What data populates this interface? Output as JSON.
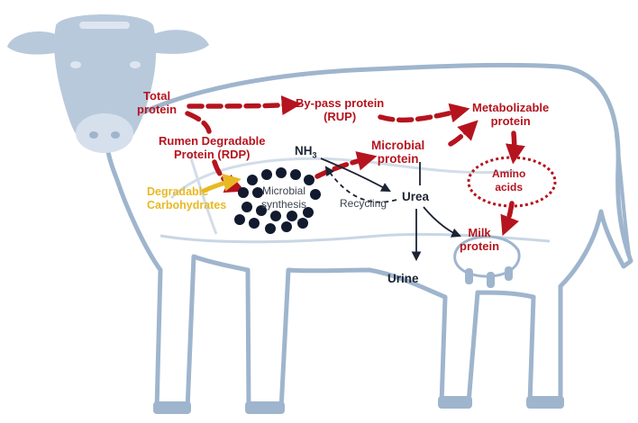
{
  "labels": {
    "total_protein": [
      "Total",
      "protein"
    ],
    "bypass_protein": [
      "By-pass protein",
      "(RUP)"
    ],
    "metabolizable_protein": [
      "Metabolizable",
      "protein"
    ],
    "rdp": [
      "Rumen Degradable",
      "Protein (RDP)"
    ],
    "nh3_base": "NH",
    "nh3_sub": "3",
    "microbial_protein": [
      "Microbial",
      "protein"
    ],
    "amino_acids": [
      "Amino",
      "acids"
    ],
    "microbial_synthesis": [
      "Microbial",
      "synthesis"
    ],
    "degradable_carbohydrates": [
      "Degradable",
      "Carbohydrates"
    ],
    "urea": "Urea",
    "recycling": "Recycling",
    "milk_protein": [
      "Milk",
      "protein"
    ],
    "urine": "Urine"
  },
  "colors": {
    "cow_fill": "#b9c9dc",
    "cow_stroke": "#9fb5cd",
    "flow_red": "#b5141e",
    "carb_gold": "#e8b923",
    "microbe_dot": "#111a2e",
    "arrow_dark": "#1c2433"
  },
  "icons": {
    "cow": "cow-silhouette",
    "microbes": "microbe-dots-cluster"
  }
}
